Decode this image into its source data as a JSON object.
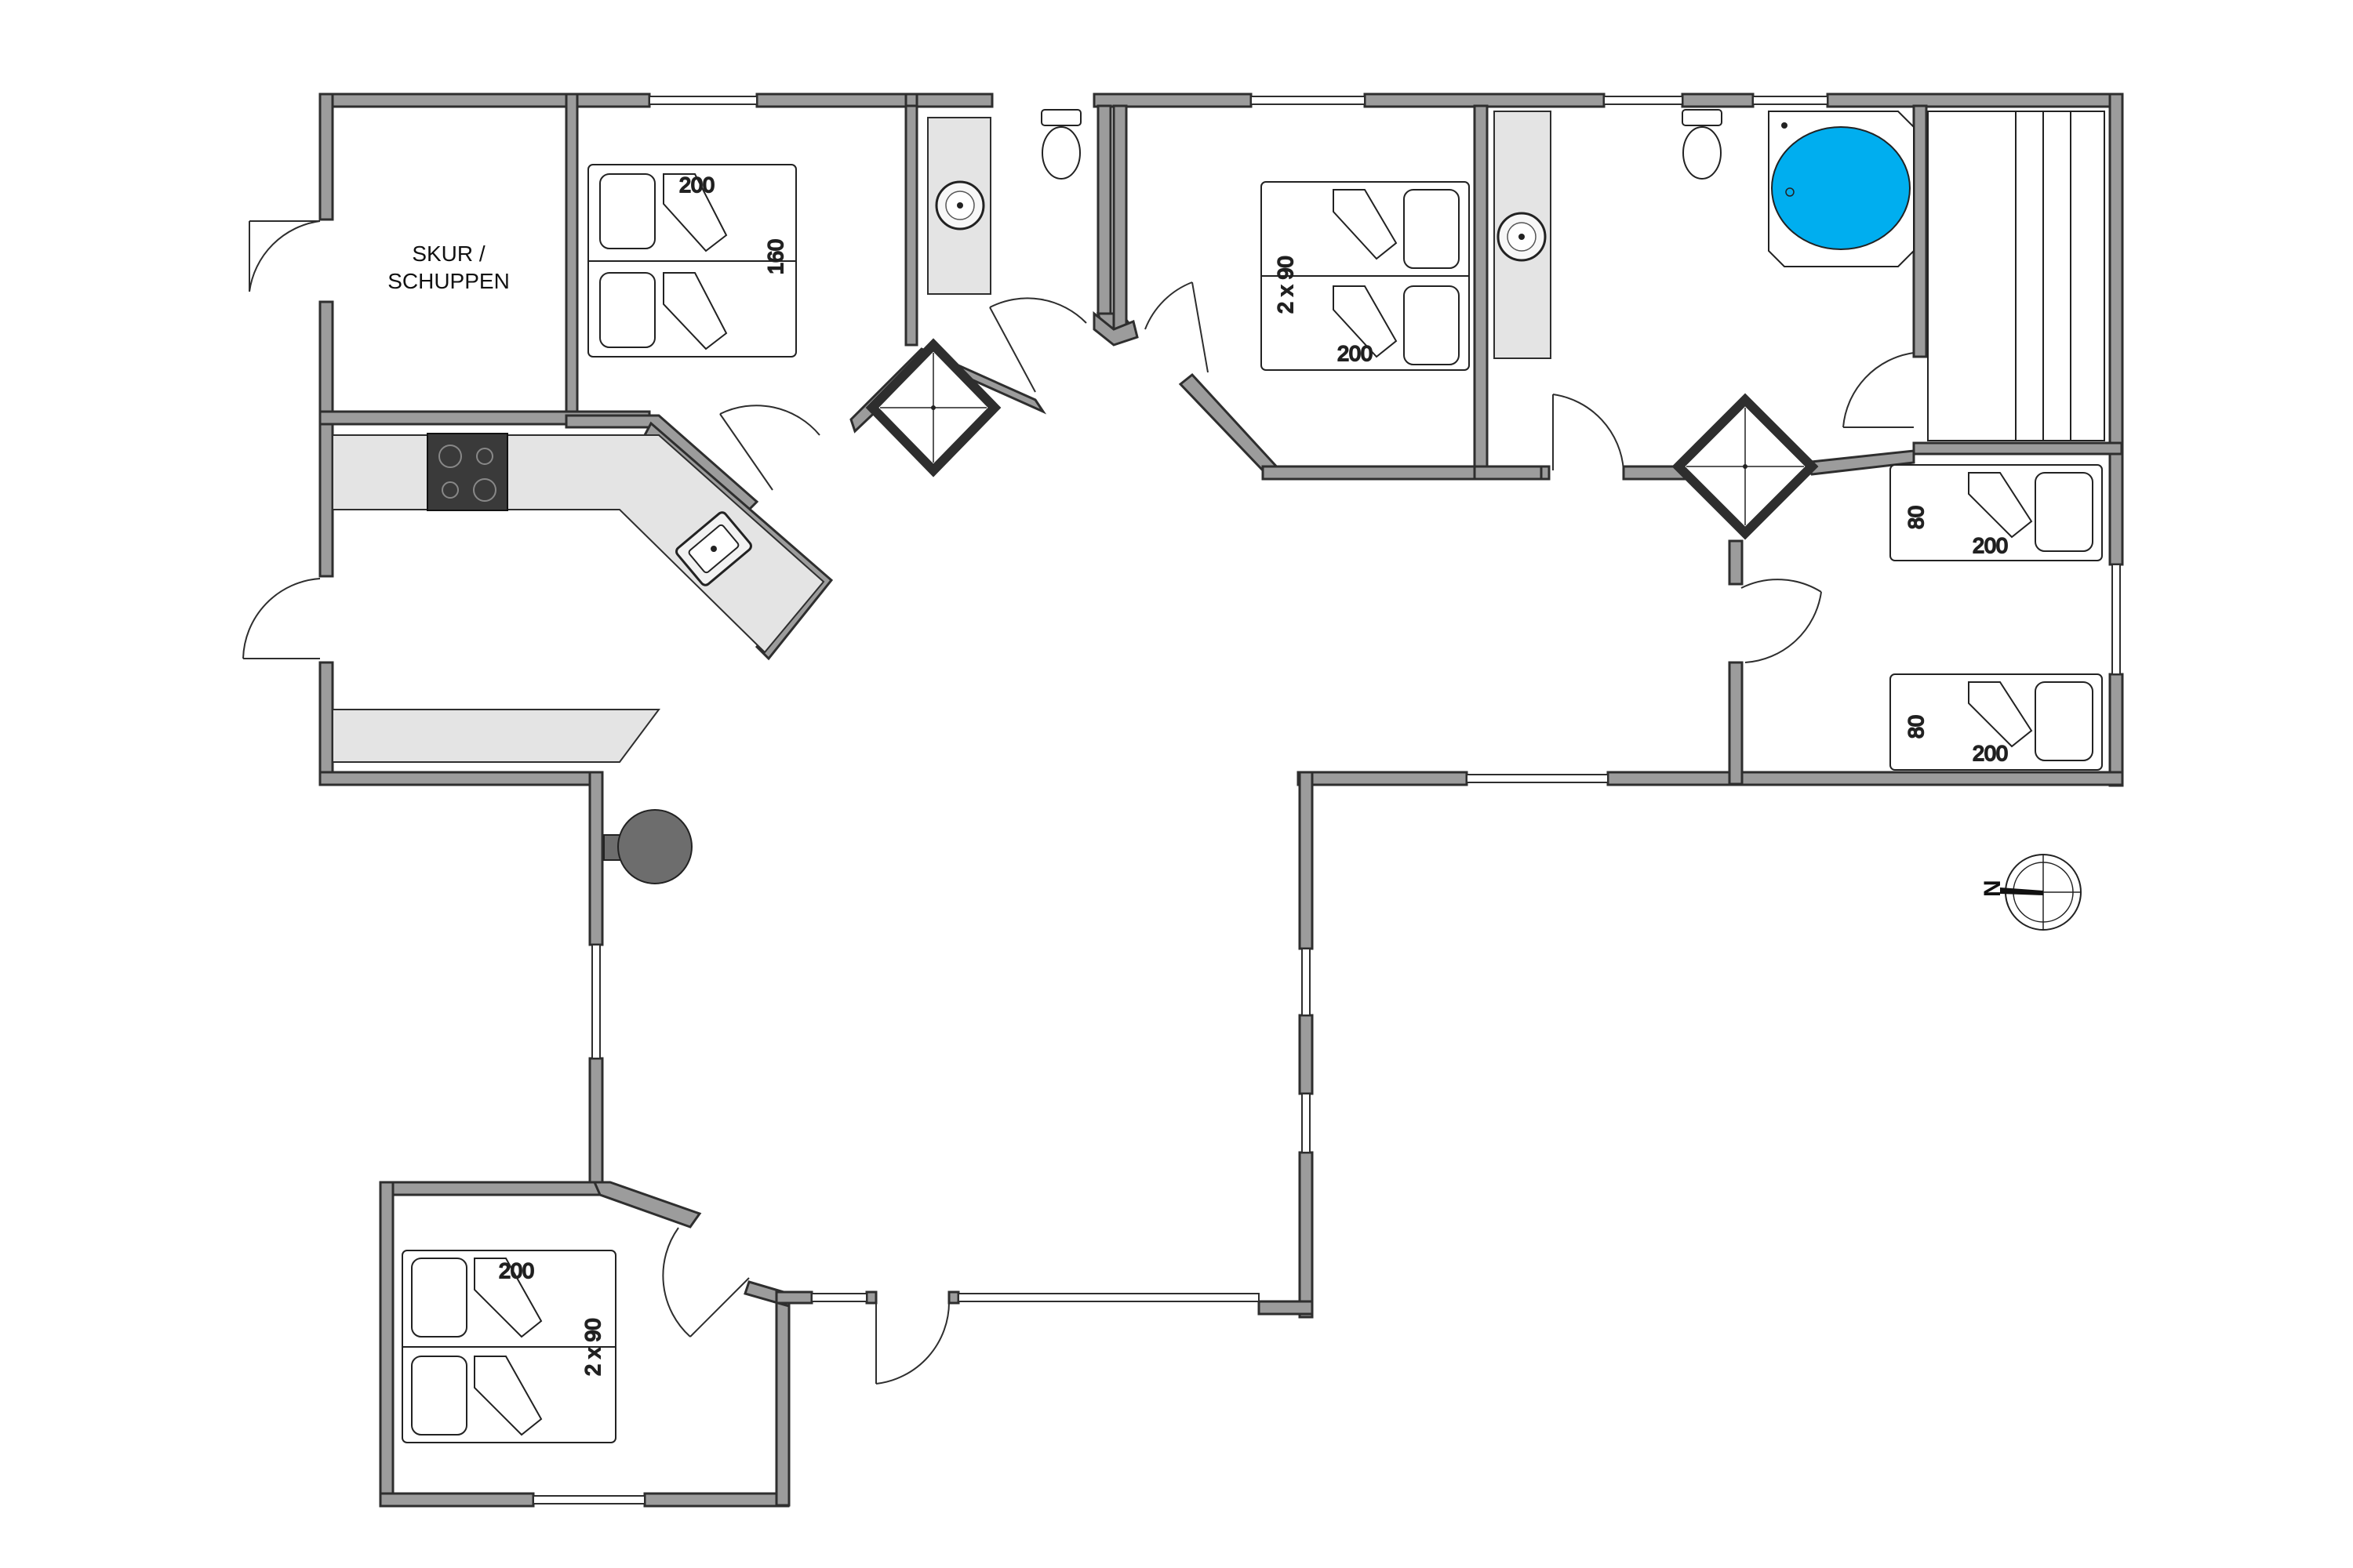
{
  "colors": {
    "wall_fill": "#9c9c9c",
    "wall_stroke": "#2e2e2e",
    "counter": "#e4e4e4",
    "bath_water": "#00aeef",
    "stove": "#3a3a3a",
    "chimney": "#6d6d6d"
  },
  "rooms": {
    "shed": {
      "line1": "SKUR /",
      "line2": "SCHUPPEN"
    }
  },
  "beds": [
    {
      "id": "bed-top-left",
      "length": "200",
      "width": "160"
    },
    {
      "id": "bed-top-center",
      "length": "200",
      "width": "2 x 90"
    },
    {
      "id": "bed-right-upper",
      "length": "200",
      "width": "80"
    },
    {
      "id": "bed-right-lower",
      "length": "200",
      "width": "80"
    },
    {
      "id": "bed-bottom-left",
      "length": "200",
      "width": "2 x 90"
    }
  ],
  "compass": {
    "north_label": "N",
    "icon": "compass-icon"
  },
  "icons": [
    "toilet-icon",
    "sink-icon",
    "shower-icon",
    "stove-icon",
    "bathtub-icon",
    "chimney-icon",
    "door-icon",
    "window-icon"
  ]
}
